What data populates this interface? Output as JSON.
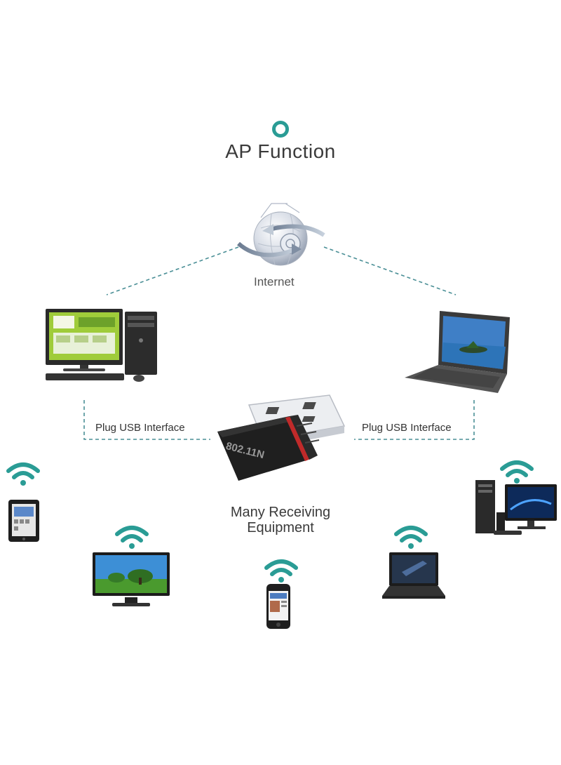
{
  "title": "AP Function",
  "internet_label": "Internet",
  "plug_left_label": "Plug USB Interface",
  "plug_right_label": "Plug USB Interface",
  "center_label_line1": "Many Receiving",
  "center_label_line2": "Equipment",
  "adapter_text": "802.11N",
  "colors": {
    "accent": "#2a9c95",
    "dashed_line": "#4a8f96",
    "adapter": "#222222",
    "adapter_stripe": "#c02a2a"
  },
  "devices": [
    "desktop-computer",
    "laptop",
    "usb-wifi-adapter",
    "tablet",
    "tv",
    "smartphone",
    "laptop-small",
    "desktop-computer-small"
  ]
}
